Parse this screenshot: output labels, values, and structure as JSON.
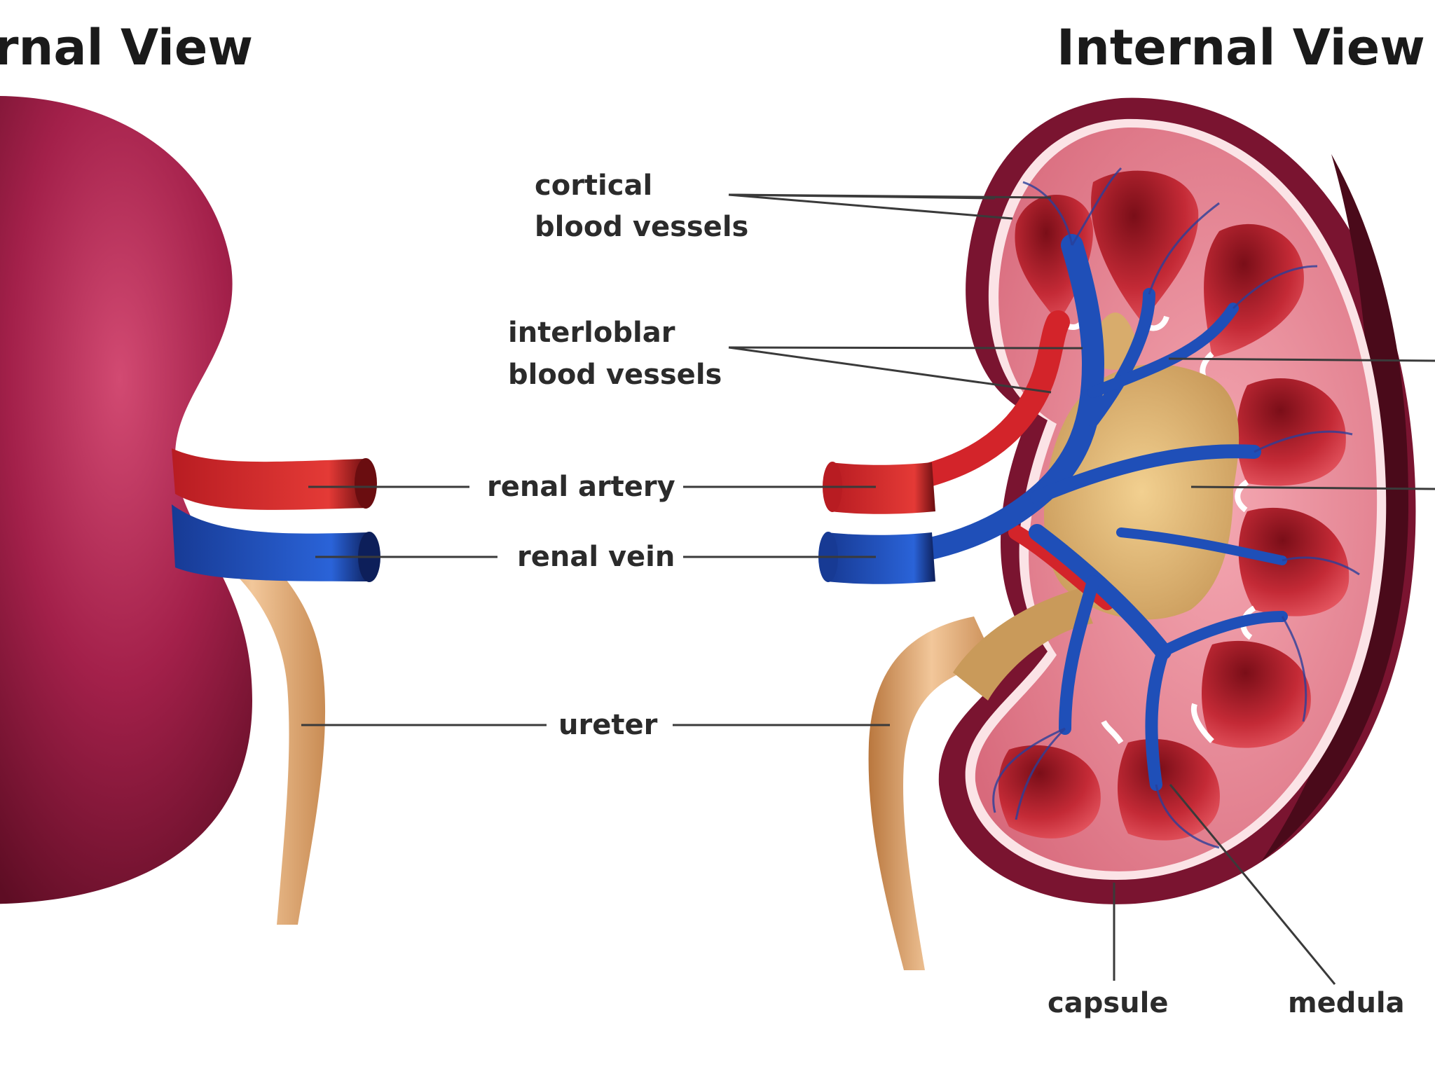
{
  "titles": {
    "external": "rnal View",
    "internal": "Internal View"
  },
  "labels": {
    "cortical_line1": "cortical",
    "cortical_line2": "blood vessels",
    "interlobar_line1": "interloblar",
    "interlobar_line2": "blood vessels",
    "renal_artery": "renal artery",
    "renal_vein": "renal vein",
    "ureter": "ureter",
    "capsule": "capsule",
    "medula": "medula"
  },
  "colors": {
    "kidney_outer": "#9c1c3e",
    "kidney_dark": "#5e0d24",
    "cortex": "#e88a98",
    "pyramid": "#b3202c",
    "artery": "#d3242a",
    "vein": "#1f4fb8",
    "pelvis": "#d8ac6c",
    "ureter": "#e4b07c",
    "capsule_rim": "#5a1020"
  }
}
